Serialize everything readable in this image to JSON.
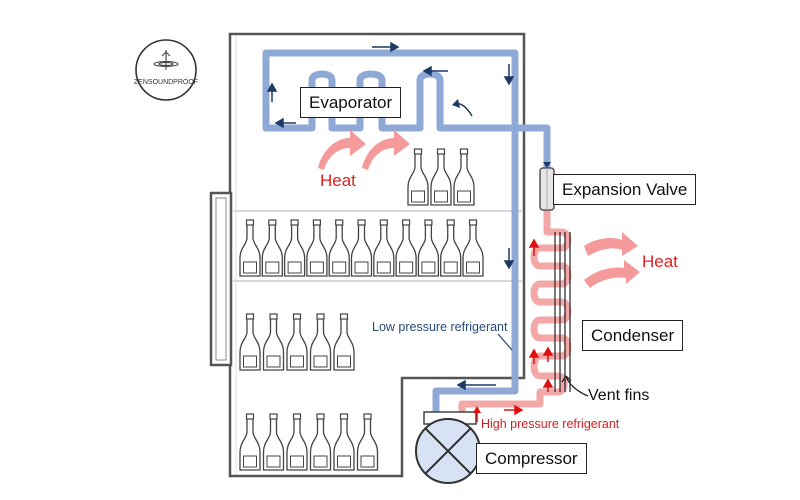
{
  "logo": {
    "text": "ZENSOUNDPROOF"
  },
  "labels": {
    "evaporator": "Evaporator",
    "expansion_valve": "Expansion Valve",
    "condenser": "Condenser",
    "compressor": "Compressor",
    "vent_fins": "Vent fins",
    "heat_in": "Heat",
    "heat_out": "Heat",
    "low_pressure": "Low pressure refrigerant",
    "high_pressure": "High pressure refrigerant"
  },
  "colors": {
    "low_pressure_pipe": "#8fa9d6",
    "high_pressure_pipe": "#f4a7a7",
    "heat_arrow": "#f59a9a",
    "heat_text": "#e02020",
    "low_text": "#2a4a7a",
    "high_text": "#d42020",
    "flow_arrow_low": "#1f3a66",
    "flow_arrow_high": "#e01010",
    "outline": "#444444",
    "shelf": "#c7ccd6"
  },
  "icons": [
    "logo-emblem-icon",
    "bottle-icon",
    "heat-arrow-icon",
    "flow-arrow-icon",
    "compressor-icon",
    "expansion-valve-icon",
    "vent-fins-icon"
  ]
}
